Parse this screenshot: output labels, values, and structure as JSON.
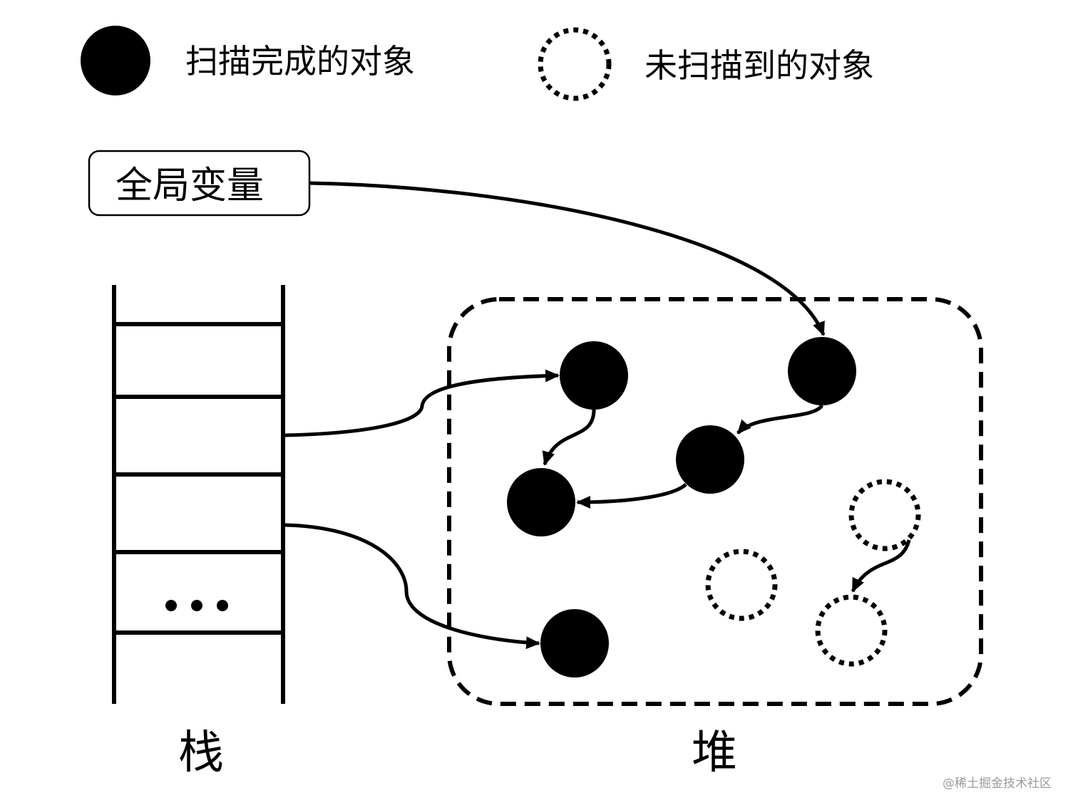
{
  "legend": {
    "scanned_label": "扫描完成的对象",
    "unscanned_label": "未扫描到的对象"
  },
  "global_var": {
    "label": "全局变量"
  },
  "stack": {
    "label": "栈",
    "ellipsis": "..."
  },
  "heap": {
    "label": "堆"
  },
  "watermark": "@稀土掘金技术社区",
  "colors": {
    "stroke": "#000000",
    "watermark": "#9a9a9a",
    "background": "#ffffff"
  }
}
